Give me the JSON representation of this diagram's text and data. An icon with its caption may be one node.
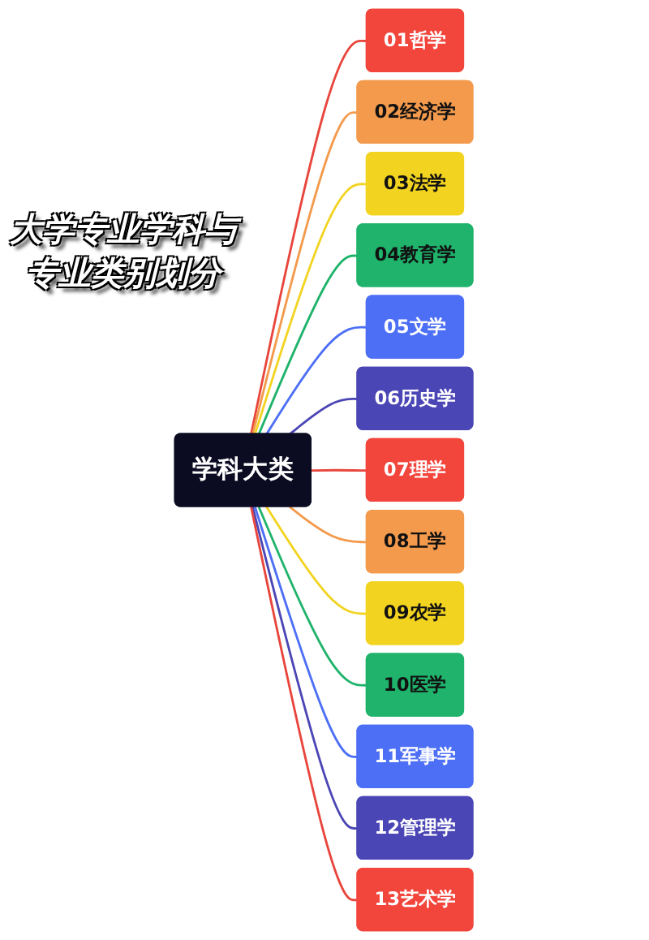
{
  "diagram": {
    "title": "大学专业学科与专业类别划分",
    "nodes": [
      {
        "text": [
          "学科大类"
        ]
      },
      {
        "text": [
          "01哲学"
        ]
      },
      {
        "text": [
          "02经济学"
        ]
      },
      {
        "text": [
          "03法学"
        ]
      },
      {
        "text": [
          "04教育学"
        ]
      },
      {
        "text": [
          "05文学"
        ]
      },
      {
        "text": [
          "06历史学"
        ]
      },
      {
        "text": [
          "07理学"
        ]
      },
      {
        "text": [
          "08工学"
        ]
      },
      {
        "text": [
          "09农学"
        ]
      },
      {
        "text": [
          "10医学"
        ]
      },
      {
        "text": [
          "11军事学"
        ]
      },
      {
        "text": [
          "12管理学"
        ]
      },
      {
        "text": [
          "13艺术学"
        ]
      }
    ],
    "edges": [
      {
        "from": 0,
        "to": 1,
        "arrow": "none",
        "color": "#e8453c"
      },
      {
        "from": 0,
        "to": 2,
        "arrow": "none",
        "color": "#f39a4c"
      },
      {
        "from": 0,
        "to": 3,
        "arrow": "none",
        "color": "#f2d320"
      },
      {
        "from": 0,
        "to": 4,
        "arrow": "none",
        "color": "#1fb36b"
      },
      {
        "from": 0,
        "to": 5,
        "arrow": "none",
        "color": "#4d6ff5"
      },
      {
        "from": 0,
        "to": 6,
        "arrow": "none",
        "color": "#4b46b5"
      },
      {
        "from": 0,
        "to": 7,
        "arrow": "none",
        "color": "#e8453c"
      },
      {
        "from": 0,
        "to": 8,
        "arrow": "none",
        "color": "#f39a4c"
      },
      {
        "from": 0,
        "to": 9,
        "arrow": "none",
        "color": "#f2d320"
      },
      {
        "from": 0,
        "to": 10,
        "arrow": "none",
        "color": "#1fb36b"
      },
      {
        "from": 0,
        "to": 11,
        "arrow": "none",
        "color": "#4d6ff5"
      },
      {
        "from": 0,
        "to": 12,
        "arrow": "none",
        "color": "#4b46b5"
      },
      {
        "from": 0,
        "to": 13,
        "arrow": "none",
        "color": "#e8453c"
      }
    ]
  }
}
